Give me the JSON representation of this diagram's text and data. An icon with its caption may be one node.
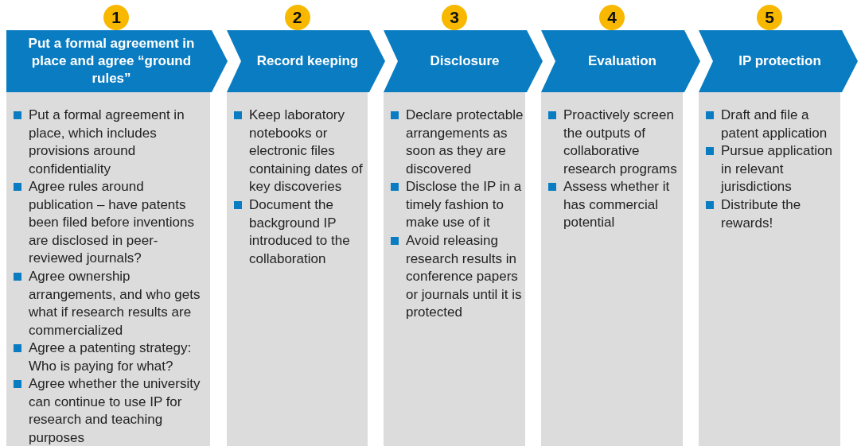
{
  "diagram": {
    "nodes": [
      {
        "text": [
          "1"
        ]
      },
      {
        "text": [
          "Put a formal agreement in place and agree “ground rules”"
        ]
      },
      {
        "text": [
          "Put a formal agreement in place, which includes provisions around confidentiality",
          "Agree rules around publication – have patents been filed before inventions are disclosed in peer-reviewed journals?",
          "Agree ownership arrangements, and who gets what if research results are commercialized",
          "Agree a patenting strategy: Who is paying for what?",
          "Agree whether the university can continue to use IP for research and teaching purposes"
        ]
      },
      {
        "text": [
          "2"
        ]
      },
      {
        "text": [
          "Record keeping"
        ]
      },
      {
        "text": [
          "Keep laboratory notebooks or electronic files containing dates of key discoveries",
          "Document the background IP introduced to the collaboration"
        ]
      },
      {
        "text": [
          "3"
        ]
      },
      {
        "text": [
          "Disclosure"
        ]
      },
      {
        "text": [
          "Declare protectable arrangements as soon as they are discovered",
          "Disclose the IP in a timely fashion to make use of it",
          "Avoid releasing research results in conference papers or journals until it is protected"
        ]
      },
      {
        "text": [
          "4"
        ]
      },
      {
        "text": [
          "Evaluation"
        ]
      },
      {
        "text": [
          "Proactively screen the outputs of collaborative research programs",
          "Assess whether it has commercial potential"
        ]
      },
      {
        "text": [
          "5"
        ]
      },
      {
        "text": [
          "IP protection"
        ]
      },
      {
        "text": [
          "Draft and file a patent application",
          "Pursue application in relevant jurisdictions",
          "Distribute the rewards!"
        ]
      }
    ]
  }
}
